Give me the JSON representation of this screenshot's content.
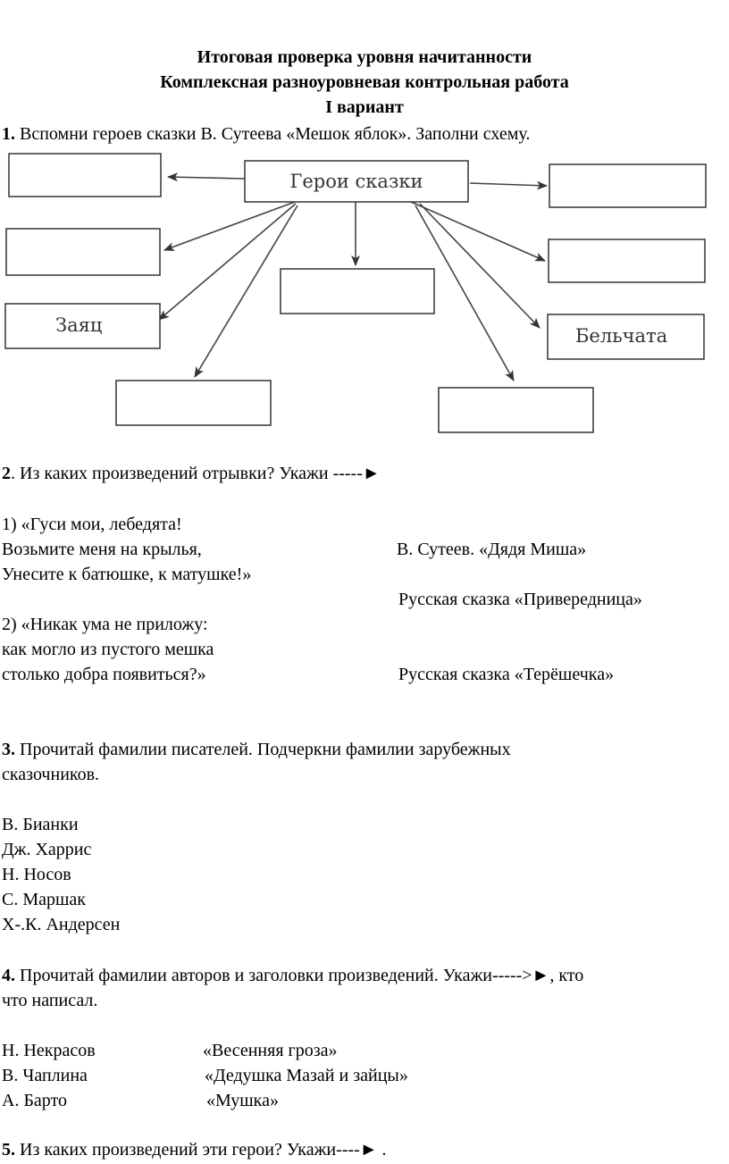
{
  "header": {
    "line1": "Итоговая проверка уровня начитанности",
    "line2": "Комплексная разноуровневая контрольная работа",
    "line3": "I вариант"
  },
  "task1": {
    "num": "1.",
    "text": " Вспомни героев сказки В. Сутеева «Мешок яблок».  Заполни схему.",
    "diagram": {
      "center": "Герои сказки",
      "filled": [
        "Заяц",
        "Бельчата"
      ]
    }
  },
  "task2": {
    "num": "2",
    "text": ". Из каких произведений отрывки? Укажи  -----►",
    "left": [
      "1) «Гуси мои, лебедята!",
      "Возьмите меня на крылья,",
      "Унесите к батюшке, к матушке!»",
      "2)  «Никак ума не приложу:",
      "как могло из пустого мешка",
      "столько добра появиться?»"
    ],
    "right": [
      "В. Сутеев. «Дядя Миша»",
      "Русская сказка «Привередница»",
      "Русская сказка «Терёшечка»"
    ]
  },
  "task3": {
    "num": "3.",
    "text": " Прочитай фамилии писателей. Подчеркни фамилии зарубежных",
    "text2": "сказочников.",
    "names": [
      "В. Бианки",
      "Дж. Харрис",
      "Н. Носов",
      "С. Маршак",
      "Х-.К. Андерсен"
    ]
  },
  "task4": {
    "num": "4.",
    "text": " Прочитай фамилии авторов и заголовки произведений. Укажи----->►, кто",
    "text2": "что написал.",
    "authors": [
      "Н. Некрасов",
      "В. Чаплина",
      "А. Барто"
    ],
    "works": [
      "«Весенняя гроза»",
      "«Дедушка Мазай и зайцы»",
      "«Мушка»"
    ]
  },
  "task5": {
    "num": "5.",
    "text": " Из каких произведений эти герои? Укажи----► ."
  }
}
